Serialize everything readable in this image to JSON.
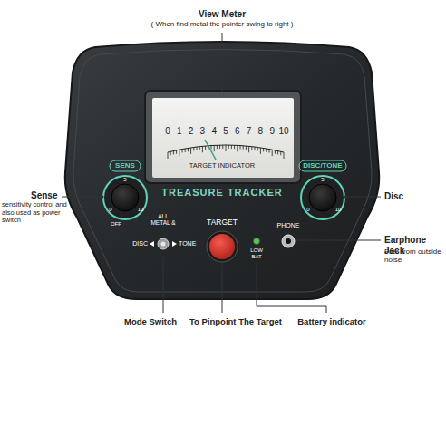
{
  "diagram": {
    "labels": [
      "View Meter",
      "( When find metal the pointer swing to right )",
      "0",
      "1",
      "2",
      "3",
      "4",
      "5",
      "6",
      "7",
      "8",
      "9",
      "10",
      "TARGET INDICATOR",
      "SENS",
      "DISC/TONE",
      "TREASURE TRACKER",
      "5",
      "0",
      "OFF",
      "10",
      "5",
      "0",
      "10",
      "ALL METAL &",
      "DISC",
      "TONE",
      "TARGET",
      "LOW BAT",
      "PHONE",
      "Sense",
      "sensitivity control and also used as power switch",
      "Disc",
      "Earphone Jack",
      "Free from outside noise",
      "Mode Switch",
      "To Pinpoint The Target",
      "Battery indicator"
    ]
  }
}
